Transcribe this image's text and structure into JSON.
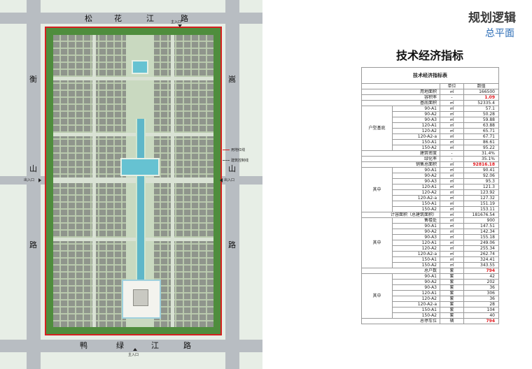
{
  "header": {
    "title": "规划逻辑",
    "subtitle": "总平面"
  },
  "plan": {
    "roads": {
      "north": [
        "松",
        "花",
        "江",
        "路"
      ],
      "south": [
        "鸭",
        "绿",
        "江",
        "路"
      ],
      "west": [
        "衡",
        "山",
        "路"
      ],
      "east": [
        "嵩",
        "山",
        "路"
      ]
    },
    "entrances": {
      "north": "主入口",
      "south": "主入口",
      "west": "出入口",
      "east": "出入口"
    },
    "legend": {
      "red_line": "用地红线",
      "control_line": "建筑控制线"
    },
    "colors": {
      "red_line": "#d52020",
      "road": "#b8bdc2",
      "green": "#4f8d3d",
      "water": "#5fb7c9"
    }
  },
  "table": {
    "heading": "技术经济指标",
    "caption": "技术经济指标表",
    "col_unit": "单位",
    "col_value": "数值",
    "rows_a": [
      {
        "label": "用地面积",
        "unit": "㎡",
        "value": "166500",
        "red": false
      },
      {
        "label": "容积率",
        "unit": "-",
        "value": "1.09",
        "red": true
      },
      {
        "label": "基底面积",
        "unit": "㎡",
        "value": "52335.4",
        "red": false
      }
    ],
    "group1": {
      "label": "户型基底",
      "rows": [
        {
          "label": "90-A1",
          "unit": "㎡",
          "value": "57.1"
        },
        {
          "label": "90-A2",
          "unit": "㎡",
          "value": "50.28"
        },
        {
          "label": "90-A3",
          "unit": "㎡",
          "value": "59.88"
        },
        {
          "label": "120-A1",
          "unit": "㎡",
          "value": "63.88"
        },
        {
          "label": "120-A2",
          "unit": "㎡",
          "value": "65.71"
        },
        {
          "label": "120-A2-a",
          "unit": "㎡",
          "value": "67.71"
        },
        {
          "label": "150-A1",
          "unit": "㎡",
          "value": "86.61"
        },
        {
          "label": "150-A2",
          "unit": "㎡",
          "value": "95.22"
        }
      ]
    },
    "rows_b": [
      {
        "label": "建筑密度",
        "unit": "-",
        "value": "31.4%",
        "red": false
      },
      {
        "label": "绿化率",
        "unit": "-",
        "value": "35.1%",
        "red": false
      },
      {
        "label": "销售总面积",
        "unit": "㎡",
        "value": "92816.18",
        "red": true
      }
    ],
    "group2": {
      "label": "其中",
      "rows": [
        {
          "label": "90-A1",
          "unit": "㎡",
          "value": "90.41"
        },
        {
          "label": "90-A2",
          "unit": "㎡",
          "value": "92.06"
        },
        {
          "label": "90-A3",
          "unit": "㎡",
          "value": "95.3"
        },
        {
          "label": "120-A1",
          "unit": "㎡",
          "value": "121.3"
        },
        {
          "label": "120-A2",
          "unit": "㎡",
          "value": "123.92"
        },
        {
          "label": "120-A2-a",
          "unit": "㎡",
          "value": "127.32"
        },
        {
          "label": "150-A1",
          "unit": "㎡",
          "value": "151.19"
        },
        {
          "label": "150-A2",
          "unit": "㎡",
          "value": "153.11"
        }
      ]
    },
    "rows_c": [
      {
        "label": "计容面积（总建筑面积）",
        "unit": "㎡",
        "value": "181676.54",
        "red": false
      }
    ],
    "group3": {
      "label": "其中",
      "rows": [
        {
          "label": "售楼处",
          "unit": "㎡",
          "value": "900"
        },
        {
          "label": "90-A1",
          "unit": "㎡",
          "value": "147.51"
        },
        {
          "label": "90-A2",
          "unit": "㎡",
          "value": "142.34"
        },
        {
          "label": "90-A3",
          "unit": "㎡",
          "value": "155.18"
        },
        {
          "label": "120-A1",
          "unit": "㎡",
          "value": "249.06"
        },
        {
          "label": "120-A2",
          "unit": "㎡",
          "value": "255.34"
        },
        {
          "label": "120-A2-a",
          "unit": "㎡",
          "value": "262.74"
        },
        {
          "label": "150-A1",
          "unit": "㎡",
          "value": "324.41"
        },
        {
          "label": "150-A2",
          "unit": "㎡",
          "value": "343.55"
        }
      ]
    },
    "rows_d": [
      {
        "label": "总户数",
        "unit": "套",
        "value": "794",
        "red": true
      }
    ],
    "group4": {
      "label": "其中",
      "rows": [
        {
          "label": "90-A1",
          "unit": "套",
          "value": "42"
        },
        {
          "label": "90-A2",
          "unit": "套",
          "value": "202"
        },
        {
          "label": "90-A3",
          "unit": "套",
          "value": "36"
        },
        {
          "label": "120-A1",
          "unit": "套",
          "value": "306"
        },
        {
          "label": "120-A2",
          "unit": "套",
          "value": "36"
        },
        {
          "label": "120-A2-a",
          "unit": "套",
          "value": "28"
        },
        {
          "label": "150-A1",
          "unit": "套",
          "value": "104"
        },
        {
          "label": "150-A2",
          "unit": "套",
          "value": "40"
        }
      ]
    },
    "rows_e": [
      {
        "label": "总停车位",
        "unit": "辆",
        "value": "794",
        "red": true
      }
    ]
  }
}
